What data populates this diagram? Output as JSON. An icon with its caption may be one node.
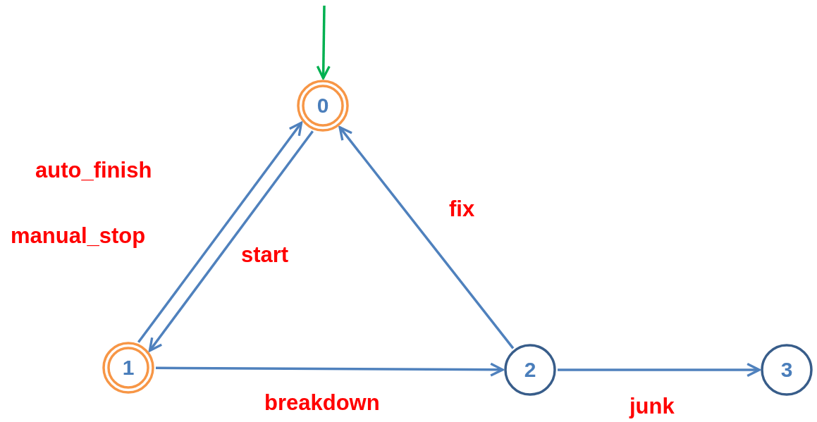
{
  "diagram": {
    "nodes": [
      {
        "text": [
          "0"
        ]
      },
      {
        "text": [
          "1"
        ]
      },
      {
        "text": [
          "2"
        ]
      },
      {
        "text": [
          "3"
        ]
      }
    ],
    "edges": [
      {
        "from": null,
        "to": 0,
        "arrow": "to",
        "color": "#00b050"
      },
      {
        "from": 1,
        "to": 0,
        "arrow": "to",
        "label": "auto_finish"
      },
      {
        "from": 0,
        "to": 1,
        "arrow": "to",
        "label": "start"
      },
      {
        "from": 2,
        "to": 0,
        "arrow": "to",
        "label": "fix"
      },
      {
        "from": 1,
        "to": 2,
        "arrow": "to",
        "label": "breakdown"
      },
      {
        "from": 2,
        "to": 3,
        "arrow": "to",
        "label": "junk"
      }
    ],
    "labels": [
      "manual_stop"
    ]
  }
}
